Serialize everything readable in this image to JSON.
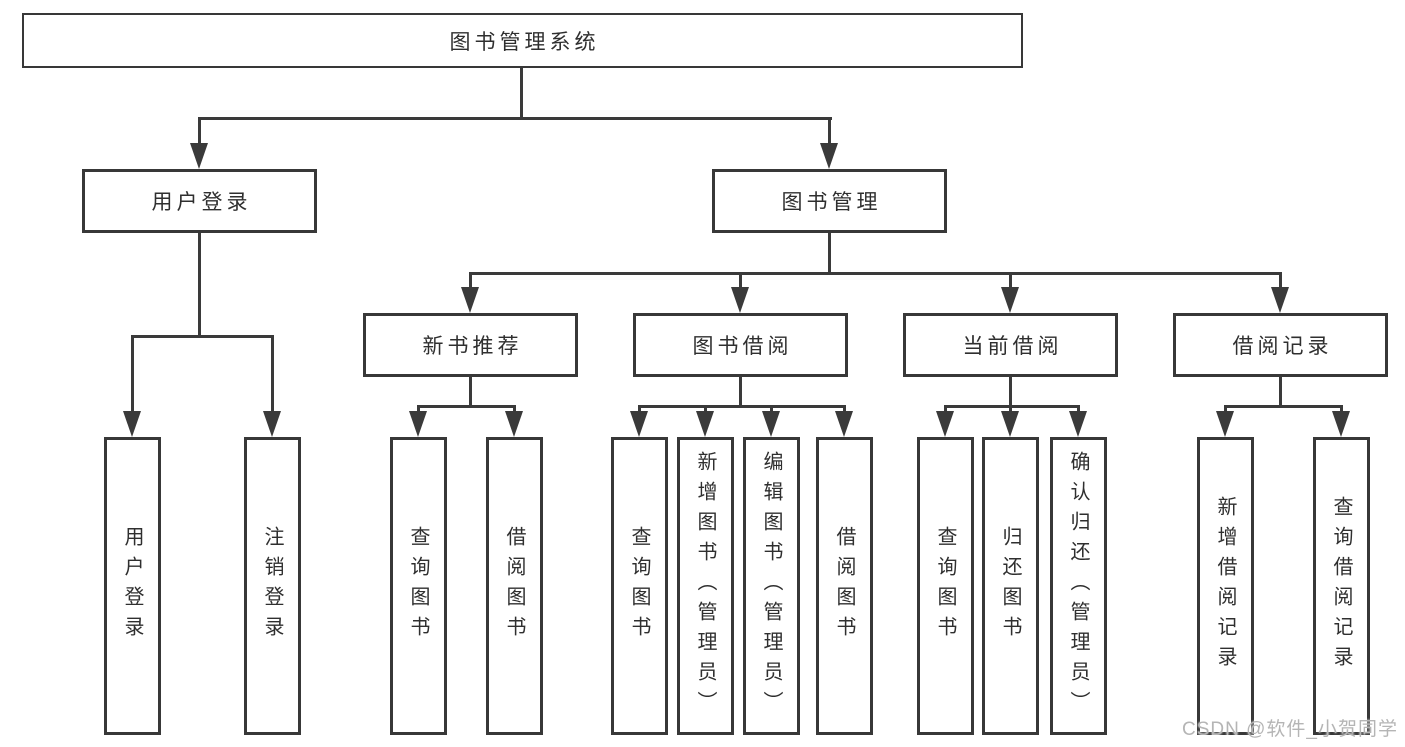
{
  "diagram": {
    "title": "图书管理系统",
    "level2": {
      "user_login": "用户登录",
      "book_mgmt": "图书管理"
    },
    "level3": {
      "new_books": "新书推荐",
      "book_borrow": "图书借阅",
      "current_borrow": "当前借阅",
      "borrow_records": "借阅记录"
    },
    "leaves": {
      "login": [
        "用户登录",
        "注销登录"
      ],
      "new_books": [
        "查询图书",
        "借阅图书"
      ],
      "book_borrow": [
        "查询图书",
        "新增图书（管理员）",
        "编辑图书（管理员）",
        "借阅图书"
      ],
      "current_borrow": [
        "查询图书",
        "归还图书",
        "确认归还（管理员）"
      ],
      "borrow_records": [
        "新增借阅记录",
        "查询借阅记录"
      ]
    }
  },
  "watermark": "CSDN @软件_小贺同学",
  "colors": {
    "line": "#3a3a3a",
    "box_border": "#383838",
    "text": "#2f2f2f",
    "watermark": "#b5b5b5",
    "background": "#ffffff"
  }
}
